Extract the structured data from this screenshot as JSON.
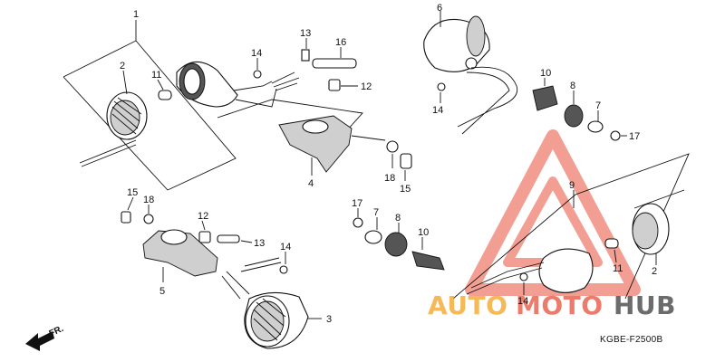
{
  "diagram": {
    "part_code": "KGBE-F2500B",
    "direction_label": "FR.",
    "callouts": [
      "1",
      "2",
      "11",
      "14",
      "13",
      "16",
      "12",
      "4",
      "18",
      "15",
      "6",
      "14",
      "10",
      "8",
      "7",
      "17",
      "15",
      "18",
      "12",
      "13",
      "14",
      "5",
      "17",
      "7",
      "8",
      "10",
      "3",
      "9",
      "2",
      "11",
      "14"
    ]
  },
  "watermark": {
    "text_a": "AUTO",
    "text_b": "MOTO",
    "text_c": "HUB",
    "color_orange": "#f2a31f",
    "color_red": "#e8503a",
    "color_dark": "#3b3b3b"
  }
}
